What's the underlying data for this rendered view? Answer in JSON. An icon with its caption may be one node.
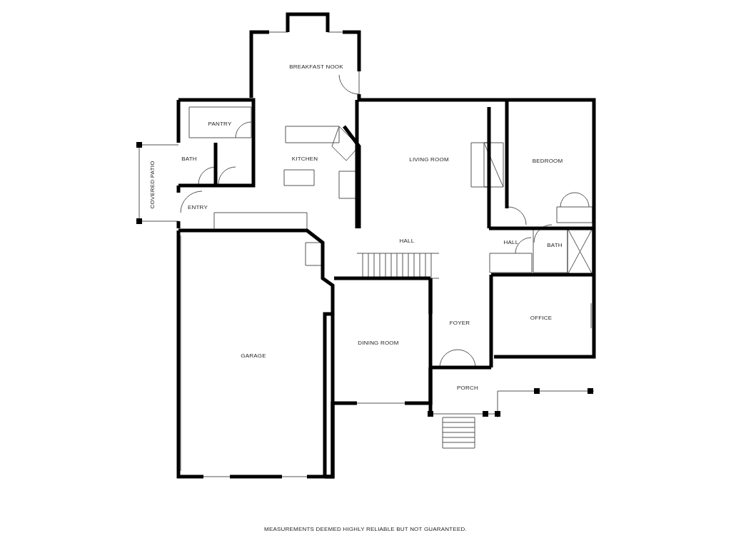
{
  "diagram": {
    "labels": [
      "BREAKFAST NOOK",
      "PANTRY",
      "BATH",
      "KITCHEN",
      "LIVING ROOM",
      "BEDROOM",
      "COVERED PATIO",
      "ENTRY",
      "HALL",
      "HALL",
      "BATH",
      "OFFICE",
      "FOYER",
      "DINING ROOM",
      "GARAGE",
      "PORCH"
    ],
    "caption": "MEASUREMENTS DEEMED HIGHLY RELIABLE BUT NOT GUARANTEED."
  }
}
